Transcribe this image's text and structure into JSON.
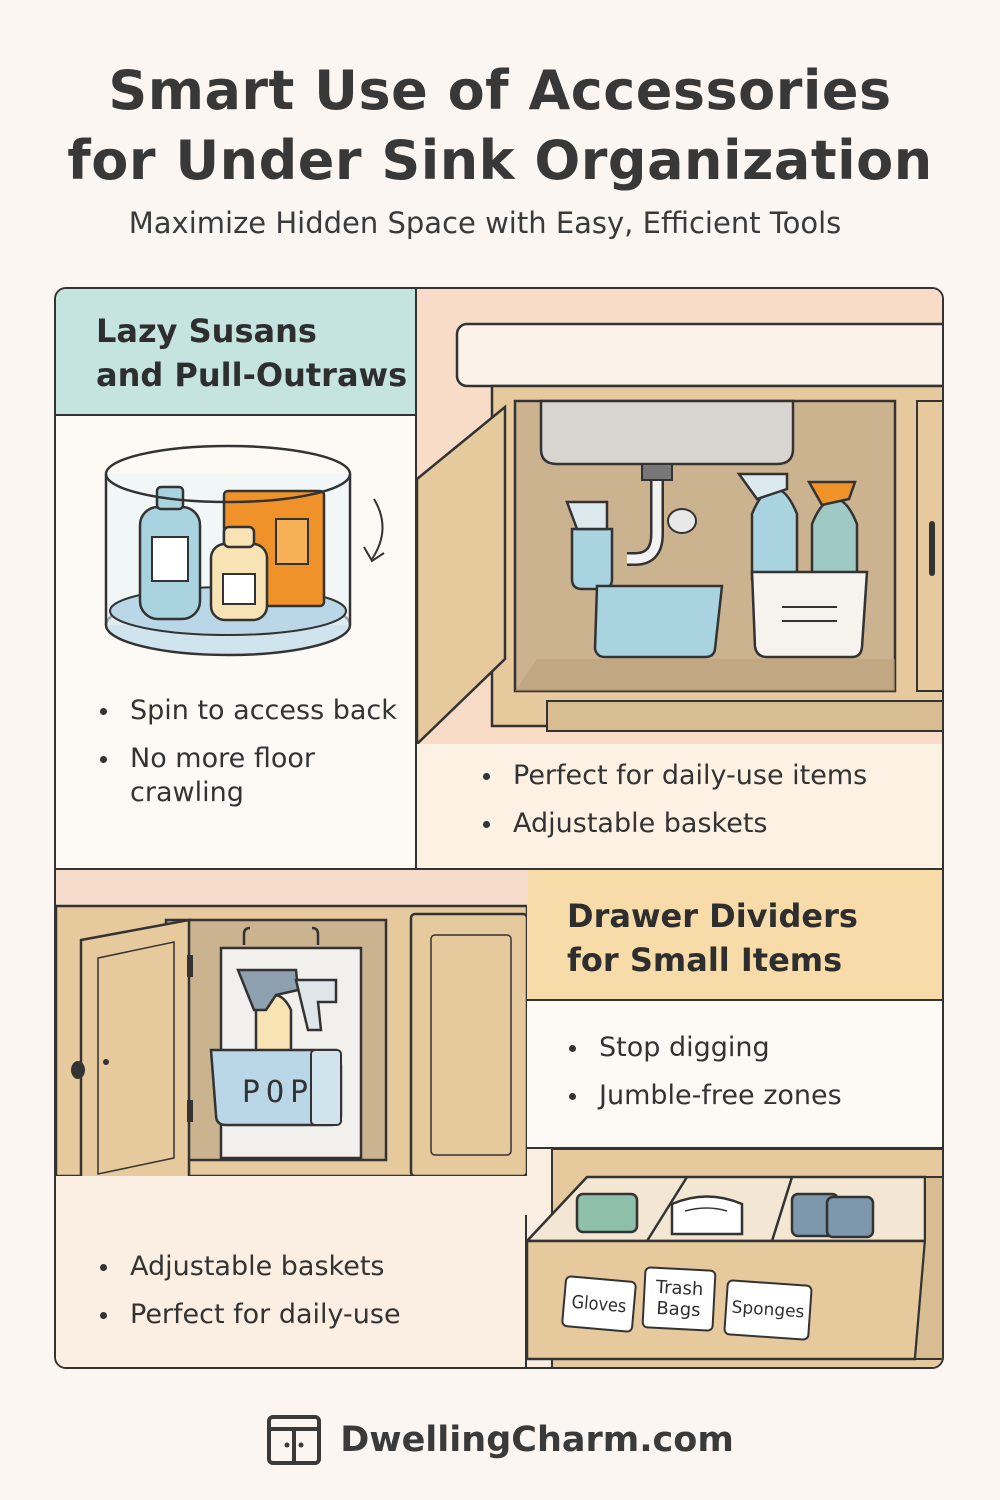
{
  "header": {
    "title_line1": "Smart Use of Accessories",
    "title_line2": "for Under Sink Organization",
    "subtitle": "Maximize Hidden Space with Easy, Efficient Tools"
  },
  "panels": {
    "lazy_susan": {
      "heading_line1": "Lazy Susans",
      "heading_line2": "and Pull-Outraws",
      "bullets": [
        "Spin to access back",
        "No more floor crawling"
      ]
    },
    "pull_out_baskets": {
      "bullets": [
        "Perfect for daily-use items",
        "Adjustable baskets"
      ]
    },
    "door_mounted": {
      "basket_label": "POP",
      "bullets": [
        "Adjustable baskets",
        "Perfect for daily-use"
      ]
    },
    "drawer_dividers": {
      "heading_line1": "Drawer Dividers",
      "heading_line2": "for Small Items",
      "bullets": [
        "Stop digging",
        "Jumble-free zones"
      ],
      "drawer_labels": [
        "Gloves",
        "Trash Bags",
        "Sponges"
      ]
    }
  },
  "footer": {
    "brand": "DwellingCharm.com",
    "logo_icon": "cabinet-icon"
  },
  "colors": {
    "teal_header": "#c5e3df",
    "peach_header": "#f7dba8",
    "wood": "#e6c99c",
    "cabinet_interior": "#ccb38f",
    "outline": "#333333",
    "orange_bottle": "#f0922a",
    "blue_bottle": "#a9d3df"
  }
}
